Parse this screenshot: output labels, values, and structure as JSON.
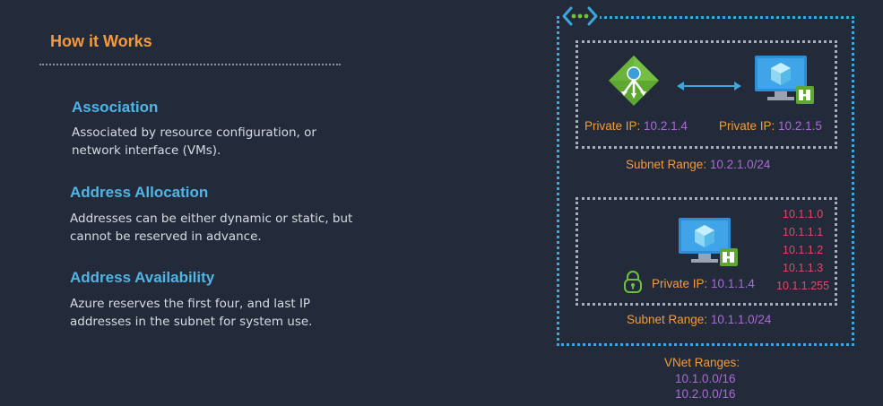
{
  "header": {
    "title": "How it Works"
  },
  "items": [
    {
      "title": "Association",
      "description": "Associated by resource configuration, or network interface (VMs)."
    },
    {
      "title": "Address Allocation",
      "description": "Addresses can be either dynamic or static, but cannot be reserved in advance."
    },
    {
      "title": "Address Availability",
      "description": "Azure reserves the first four, and last IP addresses in the subnet for system use."
    }
  ],
  "diagram": {
    "private_ip_label": "Private IP:",
    "subnet_range_label": "Subnet Range:",
    "subnet_a": {
      "lb_ip": "10.2.1.4",
      "vm_ip": "10.2.1.5",
      "range": "10.2.1.0/24"
    },
    "subnet_b": {
      "vm_ip": "10.1.1.4",
      "range": "10.1.1.0/24",
      "reserved": [
        "10.1.1.0",
        "10.1.1.1",
        "10.1.1.2",
        "10.1.1.3",
        "10.1.1.255"
      ]
    },
    "vnet": {
      "label": "VNet Ranges:",
      "ranges": [
        "10.1.0.0/16",
        "10.2.0.0/16"
      ]
    },
    "colors": {
      "label": "#f59a3b",
      "value": "#a96ad4",
      "reserved": "#e04a67",
      "vnet_border": "#3aa8dd",
      "subnet_border": "#a8aeb8"
    }
  }
}
